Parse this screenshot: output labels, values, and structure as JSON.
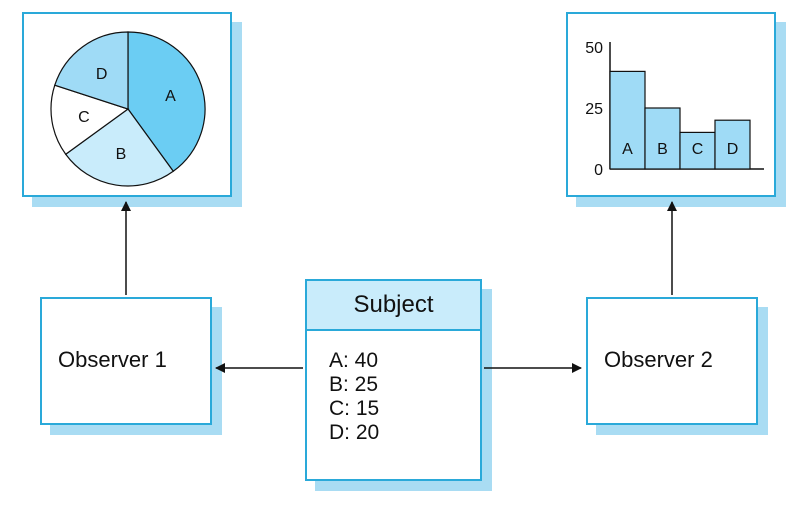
{
  "subject": {
    "title": "Subject",
    "values": [
      "A: 40",
      "B: 25",
      "C: 15",
      "D: 20"
    ]
  },
  "observers": {
    "one": "Observer 1",
    "two": "Observer 2"
  },
  "colors": {
    "border": "#2aa9d9",
    "shadow": "#a9dcf3",
    "header": "#c9ecfb",
    "slice_a": "#6bcdf3",
    "slice_b": "#c9ecfb",
    "slice_c": "#ffffff",
    "slice_d": "#9fdbf6",
    "bar_fill": "#9fdbf6"
  },
  "chart_data": [
    {
      "type": "pie",
      "categories": [
        "A",
        "B",
        "C",
        "D"
      ],
      "values": [
        40,
        25,
        15,
        20
      ]
    },
    {
      "type": "bar",
      "categories": [
        "A",
        "B",
        "C",
        "D"
      ],
      "values": [
        40,
        25,
        15,
        20
      ],
      "yticks": [
        "0",
        "25",
        "50"
      ],
      "ylim": [
        0,
        50
      ]
    }
  ]
}
